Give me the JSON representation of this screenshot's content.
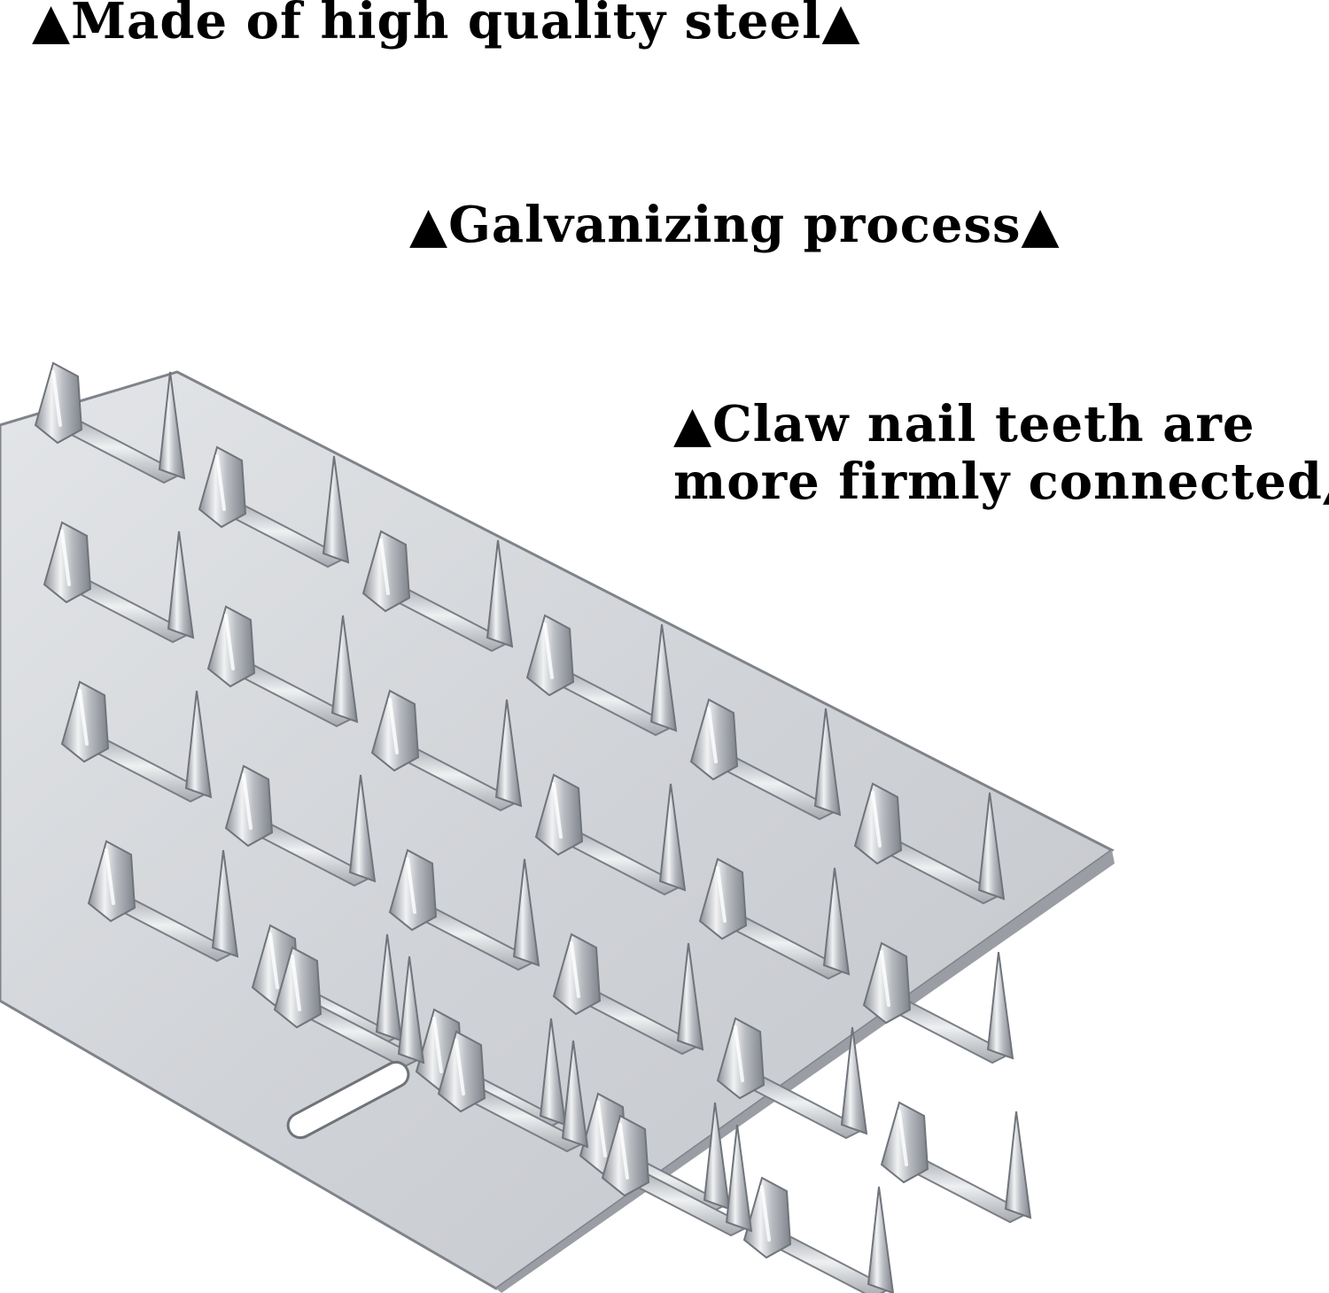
{
  "features": [
    {
      "text": "▲Made of high quality steel▲"
    },
    {
      "text": "▲Galvanizing process▲"
    },
    {
      "lines": [
        "▲Claw nail teeth are",
        "more firmly connected▲"
      ]
    }
  ],
  "product": {
    "material_color": "#c9ccd0",
    "shadow_color": "#8c9096",
    "highlight_color": "#f4f5f6",
    "background_color": "#ffffff"
  }
}
